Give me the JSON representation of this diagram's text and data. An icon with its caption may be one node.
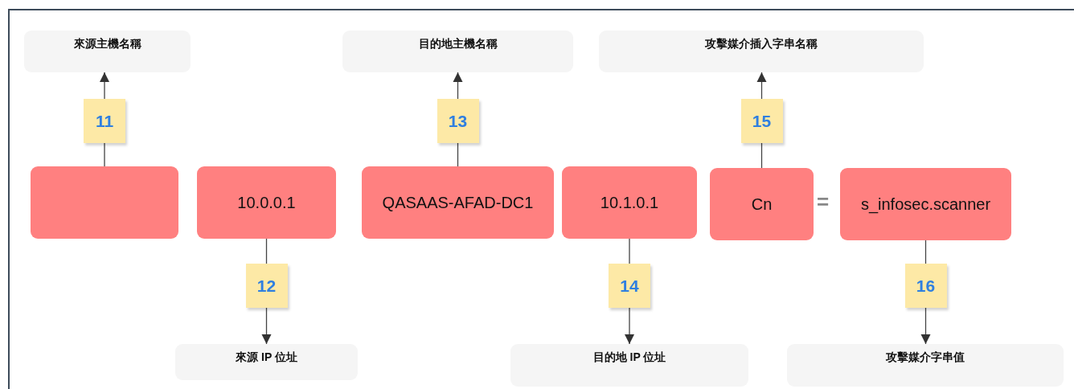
{
  "diagram": {
    "nodes": [
      {
        "text": [
          "來源主機名稱"
        ]
      },
      {
        "text": [
          "目的地主機名稱"
        ]
      },
      {
        "text": [
          "攻擊媒介插入字串名稱"
        ]
      },
      {
        "text": [],
        "shape": "box"
      },
      {
        "text": [
          "10.0.0.1"
        ]
      },
      {
        "text": [
          "QASAAS-AFAD-DC1"
        ]
      },
      {
        "text": [
          "10.1.0.1"
        ]
      },
      {
        "text": [
          "Cn"
        ]
      },
      {
        "text": [
          "s_infosec.scanner"
        ]
      },
      {
        "text": [
          "來源 IP 位址"
        ]
      },
      {
        "text": [
          "目的地 IP 位址"
        ]
      },
      {
        "text": [
          "攻擊媒介字串值"
        ]
      }
    ],
    "edges": [
      {
        "from": 3,
        "to": 0,
        "arrow": "to",
        "label": "11"
      },
      {
        "from": 4,
        "to": 9,
        "arrow": "to",
        "label": "12"
      },
      {
        "from": 5,
        "to": 1,
        "arrow": "to",
        "label": "13"
      },
      {
        "from": 6,
        "to": 10,
        "arrow": "to",
        "label": "14"
      },
      {
        "from": 7,
        "to": 2,
        "arrow": "to",
        "label": "15"
      },
      {
        "from": 8,
        "to": 11,
        "arrow": "to",
        "label": "16"
      }
    ],
    "labels": [
      "="
    ]
  }
}
